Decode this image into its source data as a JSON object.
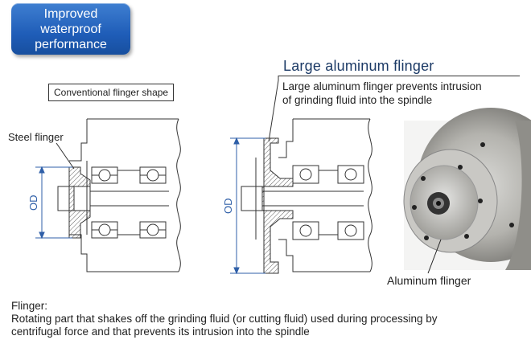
{
  "badge": {
    "line1": "Improved",
    "line2": "waterproof",
    "line3": "performance"
  },
  "conventional_label": "Conventional flinger shape",
  "large_title": "Large aluminum flinger",
  "large_subtitle_line1": "Large aluminum flinger prevents intrusion",
  "large_subtitle_line2": "of grinding fluid into the spindle",
  "steel_label": "Steel flinger",
  "od_label": "OD",
  "aluminum_label": "Aluminum flinger",
  "caption": {
    "heading": "Flinger:",
    "line1": "Rotating part that shakes off the grinding fluid (or cutting fluid) used during processing by",
    "line2": "centrifugal force and that prevents its intrusion into the spindle"
  },
  "colors": {
    "badge": "#1f5db8",
    "title": "#1c3a66",
    "od": "#2f5fa8"
  }
}
